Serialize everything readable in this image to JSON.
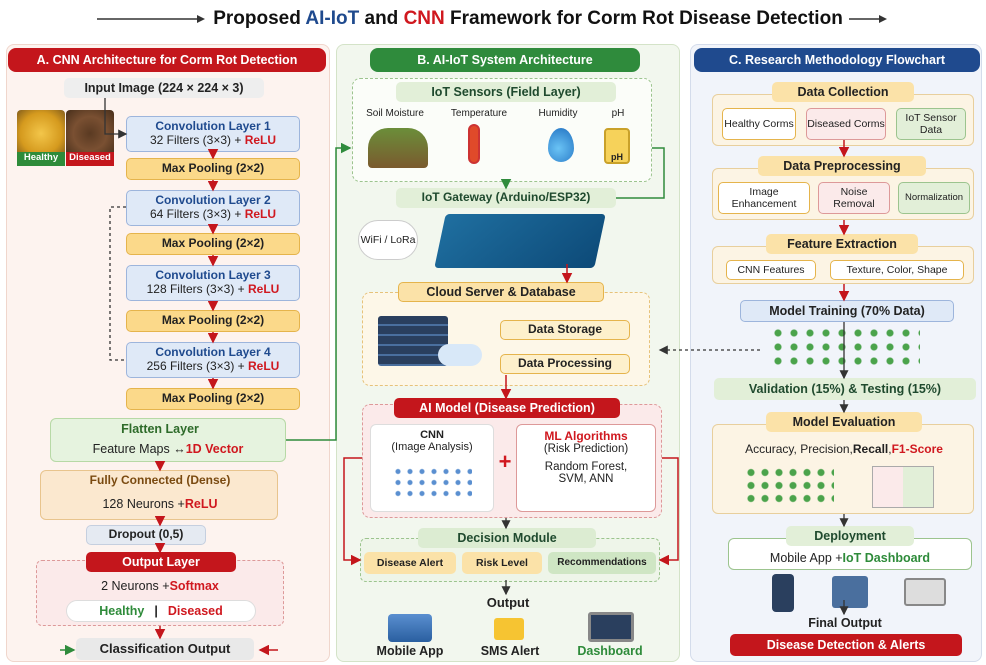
{
  "title": {
    "prefix": "Proposed ",
    "ai": "AI-IoT",
    "mid": " and ",
    "cnn": "CNN",
    "suffix": " Framework for Corm Rot Disease Detection"
  },
  "panel_a": {
    "header": "A. CNN Architecture for Corm Rot Detection",
    "input": "Input Image (224 × 224 × 3)",
    "img_labels": [
      "Healthy",
      "Diseased"
    ],
    "conv": [
      {
        "title": "Convolution Layer 1",
        "desc": "32 Filters (3×3) + ",
        "act": "ReLU"
      },
      {
        "title": "Convolution Layer 2",
        "desc": "64 Filters (3×3) + ",
        "act": "ReLU"
      },
      {
        "title": "Convolution Layer 3",
        "desc": "128 Filters (3×3) + ",
        "act": "ReLU"
      },
      {
        "title": "Convolution Layer 4",
        "desc": "256 Filters (3×3) + ",
        "act": "ReLU"
      }
    ],
    "pool": "Max Pooling (2×2)",
    "flatten": {
      "title": "Flatten Layer",
      "desc": "Feature Maps ↔ ",
      "vec": "1D Vector"
    },
    "dense": {
      "title": "Fully Connected (Dense)",
      "desc": "128 Neurons + ",
      "act": "ReLU"
    },
    "dropout": "Dropout (0,5)",
    "output": {
      "title": "Output Layer",
      "desc": "2 Neurons + ",
      "act": "Softmax",
      "healthy": "Healthy",
      "sep": "|",
      "diseased": "Diseased"
    },
    "classification": "Classification Output"
  },
  "panel_b": {
    "header": "B. AI-IoT System Architecture",
    "sensors": {
      "title": "IoT Sensors (Field Layer)",
      "items": [
        "Soil Moisture",
        "Temperature",
        "Humidity",
        "pH"
      ]
    },
    "gateway": "IoT Gateway (Arduino/ESP32)",
    "wifi": "WiFi / LoRa",
    "cloud": {
      "title": "Cloud Server & Database",
      "storage": "Data Storage",
      "processing": "Data Processing"
    },
    "ai_model": {
      "title": "AI Model (Disease Prediction)",
      "cnn": "CNN",
      "cnn_sub": "(Image Analysis)",
      "plus": "+",
      "ml": "ML Algorithms",
      "ml_sub": "(Risk Prediction)",
      "algos": "Random Forest, SVM, ANN"
    },
    "decision": {
      "title": "Decision Module",
      "items": [
        "Disease Alert",
        "Risk Level",
        "Recommendations"
      ]
    },
    "output": {
      "title": "Output",
      "items": [
        "Mobile App",
        "SMS Alert",
        "Dashboard"
      ]
    }
  },
  "panel_c": {
    "header": "C. Research Methodology Flowchart",
    "collection": {
      "title": "Data Collection",
      "items": [
        "Healthy Corms",
        "Diseased Corms",
        "IoT Sensor Data"
      ]
    },
    "preprocessing": {
      "title": "Data Preprocessing",
      "items": [
        "Image Enhancement",
        "Noise Removal",
        "Normalization"
      ]
    },
    "extraction": {
      "title": "Feature Extraction",
      "items": [
        "CNN Features",
        "Texture, Color, Shape"
      ]
    },
    "training": "Model Training (70% Data)",
    "validation": "Validation (15%) & Testing (15%)",
    "evaluation": {
      "title": "Model Evaluation",
      "metrics_a": "Accuracy, Precision, ",
      "recall": "Recall",
      "comma": ", ",
      "f1": "F1-Score"
    },
    "deployment": {
      "title": "Deployment",
      "desc": "Mobile App + ",
      "dash": "IoT Dashboard"
    },
    "final": {
      "title": "Final Output",
      "desc": "Disease Detection & Alerts"
    }
  },
  "colors": {
    "red": "#c4161c",
    "green": "#2f8b3c",
    "blue": "#1f4a8e"
  }
}
